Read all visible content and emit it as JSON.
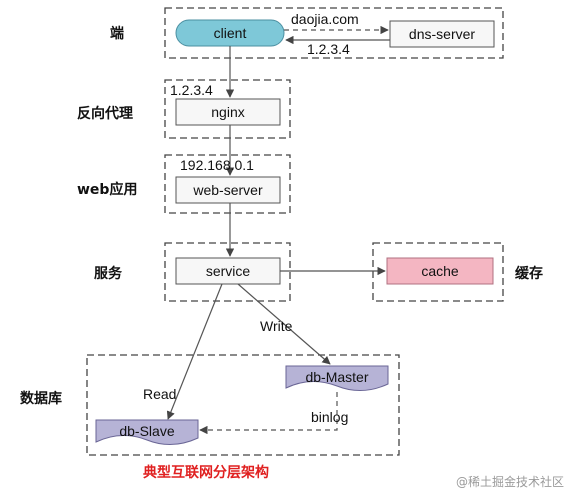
{
  "tiers": {
    "client_side": "端",
    "reverse_proxy": "反向代理",
    "web_app": "web应用",
    "service": "服务",
    "cache": "缓存",
    "database": "数据库"
  },
  "nodes": {
    "client": "client",
    "dns_server": "dns-server",
    "nginx": "nginx",
    "web_server": "web-server",
    "service": "service",
    "cache": "cache",
    "db_master": "db-Master",
    "db_slave": "db-Slave"
  },
  "edges": {
    "dns_query": "daojia.com",
    "dns_answer": "1.2.3.4",
    "nginx_ip": "1.2.3.4",
    "web_ip": "192.168.0.1",
    "write": "Write",
    "read": "Read",
    "binlog": "binlog"
  },
  "caption": "典型互联网分层架构",
  "watermark": "@稀土掘金技术社区",
  "colors": {
    "client_fill": "#7ec8d8",
    "cache_fill": "#f4b6c2",
    "db_fill": "#b6b3d6",
    "caption": "#e02020"
  }
}
